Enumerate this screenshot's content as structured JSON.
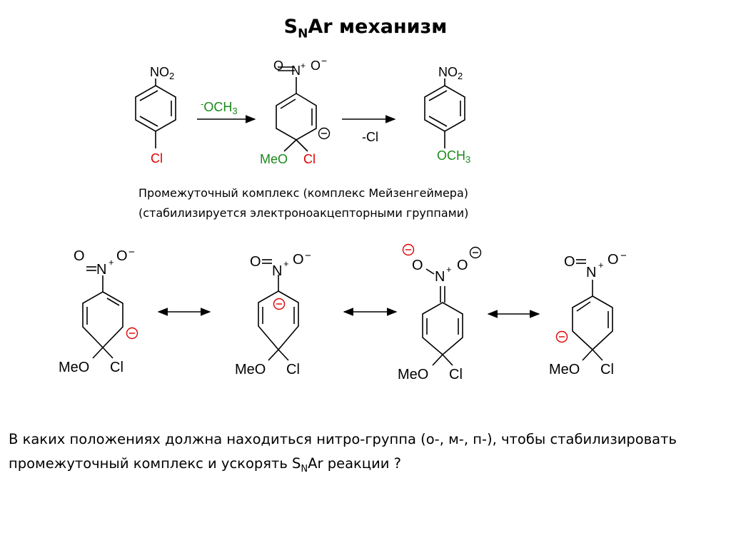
{
  "title": {
    "s": "S",
    "n": "N",
    "rest": "Ar механизм"
  },
  "reaction": {
    "sm_top": "NO",
    "sm_top_sub": "2",
    "sm_bottom": "Cl",
    "reagent_pre": "-",
    "reagent_main": "OCH",
    "reagent_sub": "3",
    "int_O": "O",
    "int_N": "N",
    "int_plus": "+",
    "int_O2": "O",
    "int_minus": "−",
    "int_MeO": "MeO",
    "int_Cl": "Cl",
    "int_charge": "−",
    "leaving": "-Cl",
    "prod_top": "NO",
    "prod_top_sub": "2",
    "prod_bottom": "OCH",
    "prod_bottom_sub": "3"
  },
  "caption": {
    "line1": "Промежуточный комплекс (комплекс Мейзенгеймера)",
    "line2": "(стабилизируется электроноакцепторными группами)"
  },
  "resonance": [
    {
      "O1": "O",
      "N": "N",
      "plus": "+",
      "O2": "O",
      "minus": "−",
      "MeO": "MeO",
      "Cl": "Cl",
      "charge": "−"
    },
    {
      "O1": "O",
      "N": "N",
      "plus": "+",
      "O2": "O",
      "minus": "−",
      "MeO": "MeO",
      "Cl": "Cl",
      "charge": "−"
    },
    {
      "O1": "O",
      "N": "N",
      "plus": "+",
      "O2": "O",
      "charge1": "−",
      "charge2": "−",
      "MeO": "MeO",
      "Cl": "Cl"
    },
    {
      "O1": "O",
      "N": "N",
      "plus": "+",
      "O2": "O",
      "minus": "−",
      "MeO": "MeO",
      "Cl": "Cl",
      "charge": "−"
    }
  ],
  "question": {
    "line1": "В каких положениях должна находиться нитро-группа (о-, м-, п-), чтобы стабилизировать",
    "line2_pre": "промежуточный комплекс и ускорять S",
    "line2_sub": "N",
    "line2_post": "Ar реакции ?"
  },
  "colors": {
    "red": "#e00000",
    "green": "#1a8a1a",
    "black": "#000000"
  }
}
